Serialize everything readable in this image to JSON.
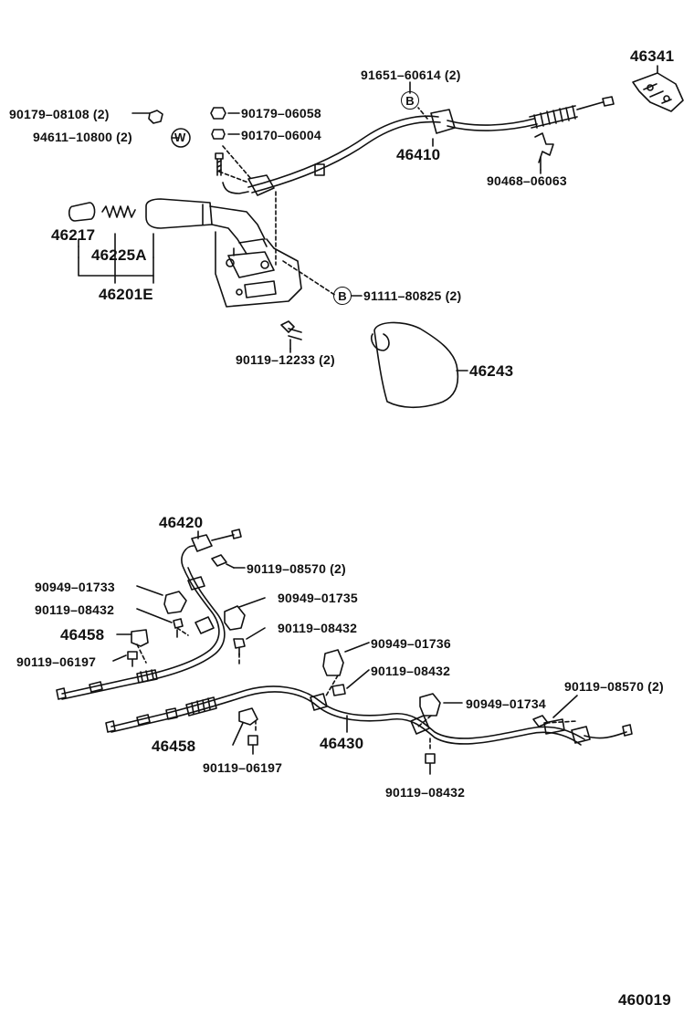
{
  "diagram_id": "460019",
  "parts": {
    "p46341": "46341",
    "p91651": "91651–60614 (2)",
    "p90179a": "90179–08108 (2)",
    "p90179b": "90179–06058",
    "p94611": "94611–10800 (2)",
    "p90170": "90170–06004",
    "p46410": "46410",
    "p90468": "90468–06063",
    "p46217": "46217",
    "p46225A": "46225A",
    "p46201E": "46201E",
    "p91111": "91111–80825 (2)",
    "p90119_12233": "90119–12233 (2)",
    "p46243": "46243",
    "p46420": "46420",
    "p90119_08570a": "90119–08570 (2)",
    "p90949_01733": "90949–01733",
    "p90949_01735": "90949–01735",
    "p90119_08432a": "90119–08432",
    "p90119_08432b": "90119–08432",
    "p46458a": "46458",
    "p90119_06197a": "90119–06197",
    "p90949_01736": "90949–01736",
    "p90119_08432c": "90119–08432",
    "p90119_08570b": "90119–08570 (2)",
    "p90949_01734": "90949–01734",
    "p46458b": "46458",
    "p46430": "46430",
    "p90119_06197b": "90119–06197",
    "p90119_08432d": "90119–08432"
  },
  "markers": {
    "b_top": "B",
    "b_mid": "B",
    "w": "W"
  }
}
